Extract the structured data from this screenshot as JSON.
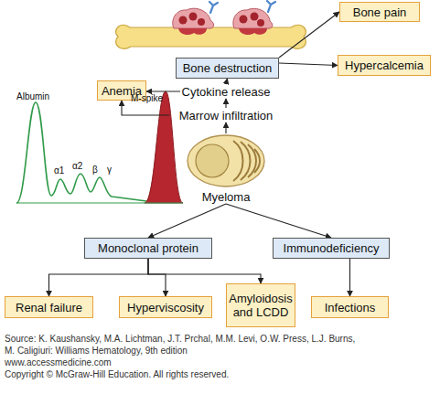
{
  "diagram": {
    "nodes": [
      {
        "text": [
          "Bone pain"
        ]
      },
      {
        "text": [
          "Hypercalcemia"
        ]
      },
      {
        "text": [
          "Bone destruction"
        ]
      },
      {
        "text": [
          "Anemia"
        ]
      },
      {
        "text": [
          "Cytokine release"
        ]
      },
      {
        "text": [
          "Marrow infiltration"
        ]
      },
      {
        "text": [
          "Myeloma"
        ]
      },
      {
        "text": [
          "Monoclonal protein"
        ]
      },
      {
        "text": [
          "Immunodeficiency"
        ]
      },
      {
        "text": [
          "Renal failure"
        ]
      },
      {
        "text": [
          "Hyperviscosity"
        ]
      },
      {
        "text": [
          "Amyloidosis and LCDD"
        ]
      },
      {
        "text": [
          "Infections"
        ]
      }
    ],
    "edges": [
      {
        "from": 6,
        "to": 5,
        "arrow": "to"
      },
      {
        "from": 5,
        "to": 4,
        "arrow": "to"
      },
      {
        "from": 5,
        "to": 3,
        "arrow": "to"
      },
      {
        "from": 4,
        "to": 3,
        "arrow": "to"
      },
      {
        "from": 4,
        "to": 2,
        "arrow": "to"
      },
      {
        "from": 2,
        "to": 0,
        "arrow": "to"
      },
      {
        "from": 2,
        "to": 1,
        "arrow": "to"
      },
      {
        "from": 6,
        "to": 7,
        "arrow": "to"
      },
      {
        "from": 6,
        "to": 8,
        "arrow": "to"
      },
      {
        "from": 7,
        "to": 9,
        "arrow": "to"
      },
      {
        "from": 7,
        "to": 10,
        "arrow": "to"
      },
      {
        "from": 7,
        "to": 11,
        "arrow": "to"
      },
      {
        "from": 8,
        "to": 12,
        "arrow": "to"
      }
    ],
    "labels": [
      "Albumin",
      "α1",
      "α2",
      "β",
      "γ",
      "M-spike",
      "Source: K. Kaushansky, M.A. Lichtman, J.T. Prchal, M.M. Levi, O.W. Press, L.J. Burns,",
      "M. Caligiuri: Williams Hematology, 9th edition",
      "www.accessmedicine.com",
      "Copyright © McGraw-Hill Education. All rights reserved."
    ]
  }
}
